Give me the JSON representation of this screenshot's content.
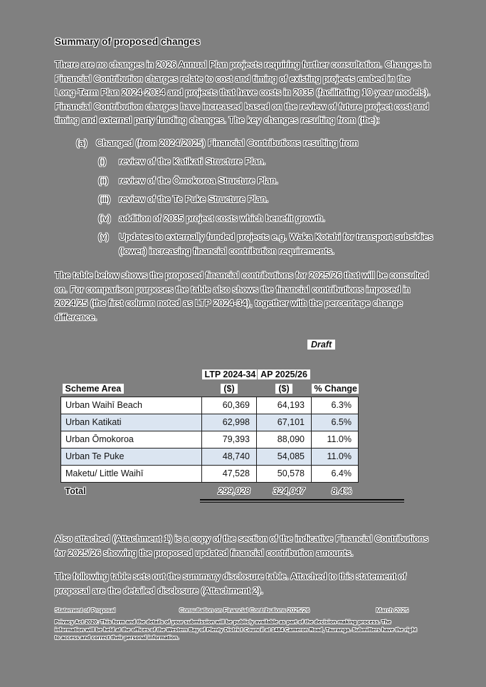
{
  "page": {
    "background_color": "#808080",
    "stripe_color": "#dbe5f1",
    "text_color": "#101010"
  },
  "document": {
    "title": "Summary of proposed changes",
    "paragraphs": {
      "intro": "There are no changes in 2026 Annual Plan projects requiring further consultation. Changes in Financial Contribution charges relate to cost and timing of existing projects embed in the Long-Term Plan 2024-2034 and projects that have costs in 2035 (facilitating 10-year models). Financial Contribution charges have increased based on the review of future project cost and timing and external party funding changes. The key changes resulting from (the):",
      "table_intro": "The table below shows the proposed financial contributions for 2025/26 that will be consulted on.  For comparison purposes the table also shows the financial contributions imposed in 2024/25 (the first column noted as LTP 2024-34), together with the percentage change difference.",
      "attachment1": "Also attached (Attachment 1) is a copy of the section of the indicative Financial Contributions for 2025/26 showing the proposed updated financial contribution amounts.",
      "attachment2": "The following table sets out the summary disclosure table. Attached to this statement of proposal are the detailed disclosure (Attachment 2)."
    },
    "list": {
      "marker": "(a)",
      "label": "Changed (from 2024/2025) Financial Contributions resulting from",
      "items": [
        {
          "marker": "(i)",
          "text": "review of the Katikati Structure Plan."
        },
        {
          "marker": "(ii)",
          "text": "review of the Ōmokoroa Structure Plan."
        },
        {
          "marker": "(iii)",
          "text": "review of the Te Puke Structure Plan."
        },
        {
          "marker": "(iv)",
          "text": "addition of 2035 project costs which benefit growth."
        },
        {
          "marker": "(v)",
          "text": "Updates to externally funded projects e.g. Waka Kotahi for transport subsidies (lower) increasing financial contribution requirements."
        }
      ]
    },
    "draft_label": "Draft",
    "table": {
      "group_headers": [
        "LTP 2024-34",
        "AP 2025/26"
      ],
      "columns": [
        "Scheme Area",
        "($)",
        "($)",
        "% Change"
      ],
      "rows": [
        {
          "scheme": "Urban Waihī Beach",
          "ltp": "60,369",
          "ap": "64,193",
          "change": "6.3%"
        },
        {
          "scheme": "Urban Katikati",
          "ltp": "62,998",
          "ap": "67,101",
          "change": "6.5%"
        },
        {
          "scheme": "Urban Ōmokoroa",
          "ltp": "79,393",
          "ap": "88,090",
          "change": "11.0%"
        },
        {
          "scheme": "Urban Te Puke",
          "ltp": "48,740",
          "ap": "54,085",
          "change": "11.0%"
        },
        {
          "scheme": "Maketu/ Little Waihī",
          "ltp": "47,528",
          "ap": "50,578",
          "change": "6.4%"
        }
      ],
      "total": {
        "label": "Total",
        "ltp": "299,028",
        "ap": "324,047",
        "change": "8.4%"
      }
    },
    "footer": {
      "left": "Statement of Proposal",
      "center": "Consultation on Financial Contributions 2025/26",
      "right": "March 2025",
      "privacy_label": "Privacy Act 2020:",
      "privacy_text": " This form and the details of your submission will be publicly available as part of the decision-making process. The information will be held at the offices of the Western Bay of Plenty District Council at 1484 Cameron Road, Tauranga. Submitters have the right to access and correct their personal information."
    }
  }
}
